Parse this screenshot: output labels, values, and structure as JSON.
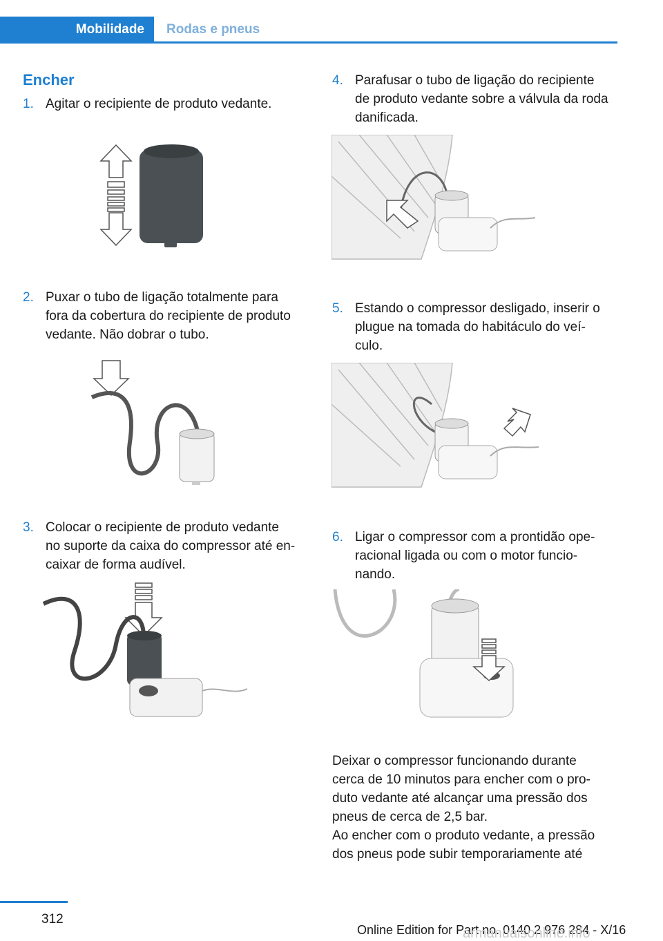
{
  "header": {
    "tab_active": "Mobilidade",
    "tab_inactive": "Rodas e pneus"
  },
  "section_title": "Encher",
  "steps": [
    {
      "num": "1.",
      "lines": [
        "Agitar o recipiente de produto vedante."
      ]
    },
    {
      "num": "2.",
      "lines": [
        "Puxar o tubo de ligação totalmente para",
        "fora da cobertura do recipiente de produto",
        "vedante. Não dobrar o tubo."
      ]
    },
    {
      "num": "3.",
      "lines": [
        "Colocar o recipiente de produto vedante",
        "no suporte da caixa do compressor até en‐",
        "caixar de forma audível."
      ]
    },
    {
      "num": "4.",
      "lines": [
        "Parafusar o tubo de ligação do recipiente",
        "de produto vedante sobre a válvula da roda",
        "danificada."
      ]
    },
    {
      "num": "5.",
      "lines": [
        "Estando o compressor desligado, inserir o",
        "plugue na tomada do habitáculo do veí‐",
        "culo."
      ]
    },
    {
      "num": "6.",
      "lines": [
        "Ligar o compressor com a prontidão ope‐",
        "racional ligada ou com o motor funcio‐",
        "nando."
      ]
    }
  ],
  "paragraphs": [
    [
      "Deixar o compressor funcionando durante",
      "cerca de 10 minutos para encher com o pro‐",
      "duto vedante até alcançar uma pressão dos",
      "pneus de cerca de 2,5 bar."
    ],
    [
      "Ao encher com o produto vedante, a pressão",
      "dos pneus pode subir temporariamente até"
    ]
  ],
  "footer": {
    "page_number": "312",
    "edition_note": "Online Edition for Part no. 0140 2 976 284 - X/16",
    "watermark": "armanualsonline.info"
  },
  "colors": {
    "accent": "#1f7fd0",
    "accent_light": "#7fb0dc"
  }
}
